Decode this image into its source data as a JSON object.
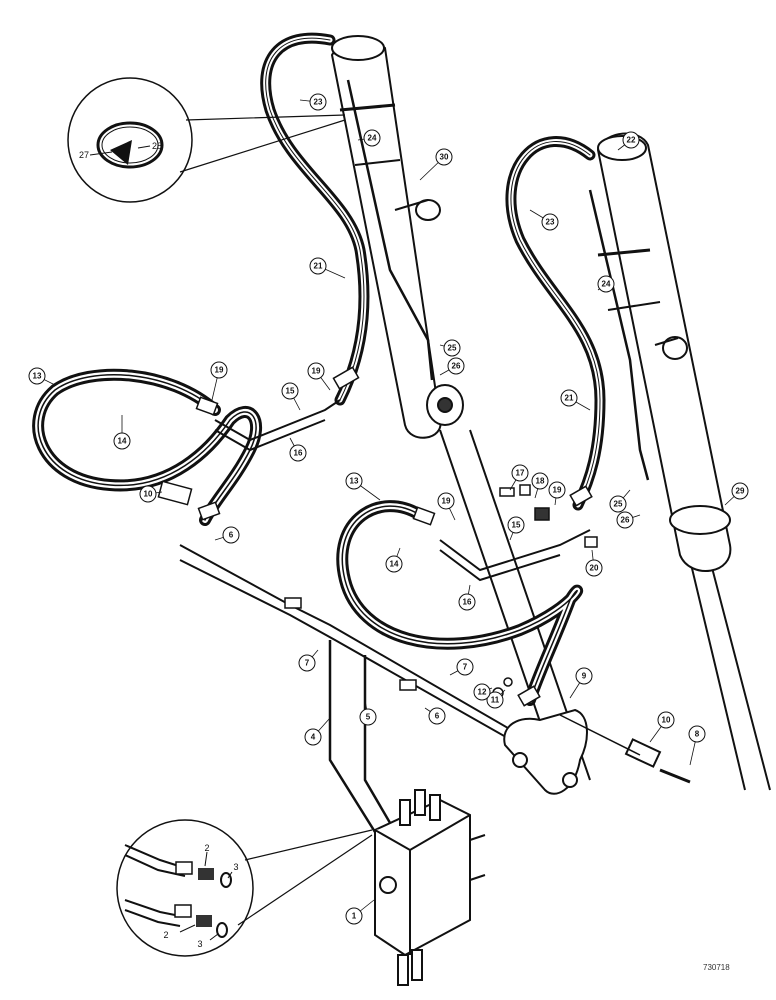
{
  "drawing": {
    "id": "730718",
    "inset_top_callouts": [
      "27",
      "28"
    ],
    "inset_bottom_callouts": [
      "2",
      "3",
      "2",
      "3"
    ],
    "callouts": [
      {
        "n": "1"
      },
      {
        "n": "4"
      },
      {
        "n": "5"
      },
      {
        "n": "6"
      },
      {
        "n": "6"
      },
      {
        "n": "7"
      },
      {
        "n": "7"
      },
      {
        "n": "8"
      },
      {
        "n": "9"
      },
      {
        "n": "10"
      },
      {
        "n": "10"
      },
      {
        "n": "11"
      },
      {
        "n": "12"
      },
      {
        "n": "13"
      },
      {
        "n": "13"
      },
      {
        "n": "14"
      },
      {
        "n": "14"
      },
      {
        "n": "15"
      },
      {
        "n": "15"
      },
      {
        "n": "16"
      },
      {
        "n": "16"
      },
      {
        "n": "17"
      },
      {
        "n": "18"
      },
      {
        "n": "19"
      },
      {
        "n": "19"
      },
      {
        "n": "19"
      },
      {
        "n": "19"
      },
      {
        "n": "20"
      },
      {
        "n": "21"
      },
      {
        "n": "21"
      },
      {
        "n": "22"
      },
      {
        "n": "23"
      },
      {
        "n": "23"
      },
      {
        "n": "24"
      },
      {
        "n": "24"
      },
      {
        "n": "25"
      },
      {
        "n": "25"
      },
      {
        "n": "26"
      },
      {
        "n": "26"
      },
      {
        "n": "29"
      },
      {
        "n": "30"
      }
    ]
  }
}
